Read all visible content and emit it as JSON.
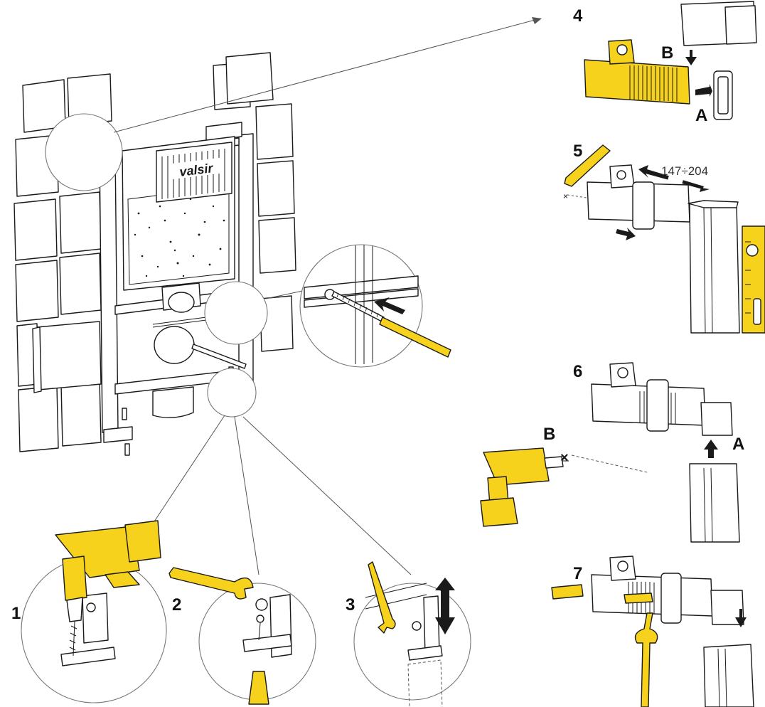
{
  "colors": {
    "tool_yellow": "#f6d21c",
    "line": "#1a1a1a",
    "brick": "#ffffff"
  },
  "brand": {
    "logo_text": "valsir"
  },
  "steps": {
    "s1": "1",
    "s2": "2",
    "s3": "3",
    "s4": "4",
    "s5": "5",
    "s6": "6",
    "s7": "7"
  },
  "sublabels": {
    "s4_a": "A",
    "s4_b": "B",
    "s6_a": "A",
    "s6_b": "B"
  },
  "dimension": {
    "text": "147÷204"
  },
  "icons": {
    "drill": "drill-icon",
    "wrench": "wrench-icon",
    "pencil": "pencil-icon",
    "spirit_level": "spirit-level-icon",
    "wall_plug": "wall-plug-icon",
    "rod": "threaded-rod-icon"
  }
}
